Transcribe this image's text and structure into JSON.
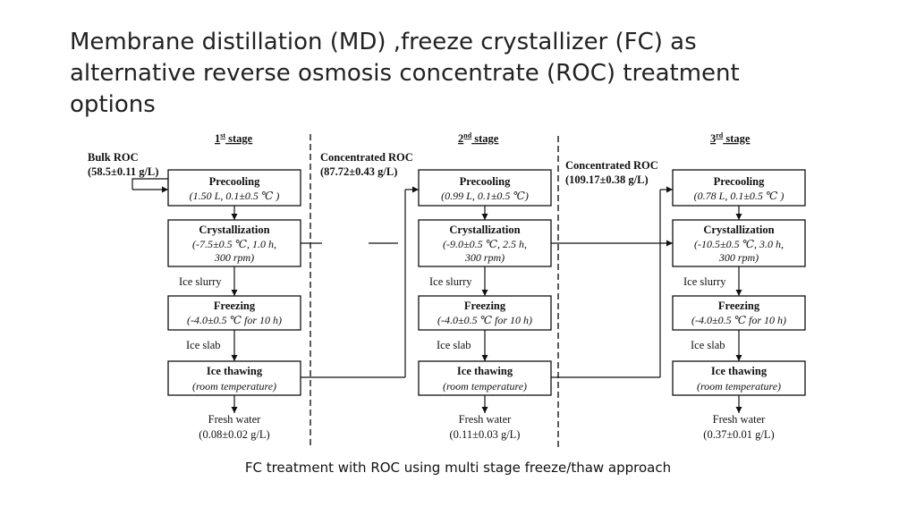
{
  "slide": {
    "title_lines": [
      "Membrane distillation (MD) ,freeze crystallizer (FC) as",
      "alternative reverse osmosis concentrate (ROC) treatment",
      "options"
    ],
    "caption": "FC treatment with ROC using multi stage freeze/thaw approach"
  },
  "diagram": {
    "inputs": [
      {
        "name": "Bulk ROC",
        "value": "(58.5±0.11 g/L)"
      },
      {
        "name": "Concentrated ROC",
        "value": "(87.72±0.43 g/L)"
      },
      {
        "name": "Concentrated ROC",
        "value": "(109.17±0.38 g/L)"
      }
    ],
    "labels": {
      "ice_slurry": "Ice slurry",
      "ice_slab": "Ice slab",
      "fresh_water": "Fresh water"
    },
    "stages": [
      {
        "ordinal": "1",
        "sup": "st",
        "label": "stage",
        "precooling": {
          "title": "Precooling",
          "detail": "(1.50 L, 0.1±0.5 ℃ )"
        },
        "crystallization": {
          "title": "Crystallization",
          "detail1": "(-7.5±0.5 ℃, 1.0 h,",
          "detail2": "300 rpm)"
        },
        "freezing": {
          "title": "Freezing",
          "detail": "(-4.0±0.5 ℃ for 10 h)"
        },
        "thawing": {
          "title": "Ice thawing",
          "detail": "(room temperature)"
        },
        "fresh_water_value": "(0.08±0.02  g/L)"
      },
      {
        "ordinal": "2",
        "sup": "nd",
        "label": "stage",
        "precooling": {
          "title": "Precooling",
          "detail": "(0.99 L, 0.1±0.5 ℃)"
        },
        "crystallization": {
          "title": "Crystallization",
          "detail1": "(-9.0±0.5 ℃, 2.5 h,",
          "detail2": "300 rpm)"
        },
        "freezing": {
          "title": "Freezing",
          "detail": "(-4.0±0.5 ℃ for 10 h)"
        },
        "thawing": {
          "title": "Ice thawing",
          "detail": "(room temperature)"
        },
        "fresh_water_value": "(0.11±0.03  g/L)"
      },
      {
        "ordinal": "3",
        "sup": "rd",
        "label": "stage",
        "precooling": {
          "title": "Precooling",
          "detail": "(0.78 L, 0.1±0.5 ℃ )"
        },
        "crystallization": {
          "title": "Crystallization",
          "detail1": "(-10.5±0.5 ℃, 3.0 h,",
          "detail2": "300 rpm)"
        },
        "freezing": {
          "title": "Freezing",
          "detail": "(-4.0±0.5 ℃ for 10 h)"
        },
        "thawing": {
          "title": "Ice thawing",
          "detail": "(room temperature)"
        },
        "fresh_water_value": "(0.37±0.01  g/L)"
      }
    ]
  }
}
